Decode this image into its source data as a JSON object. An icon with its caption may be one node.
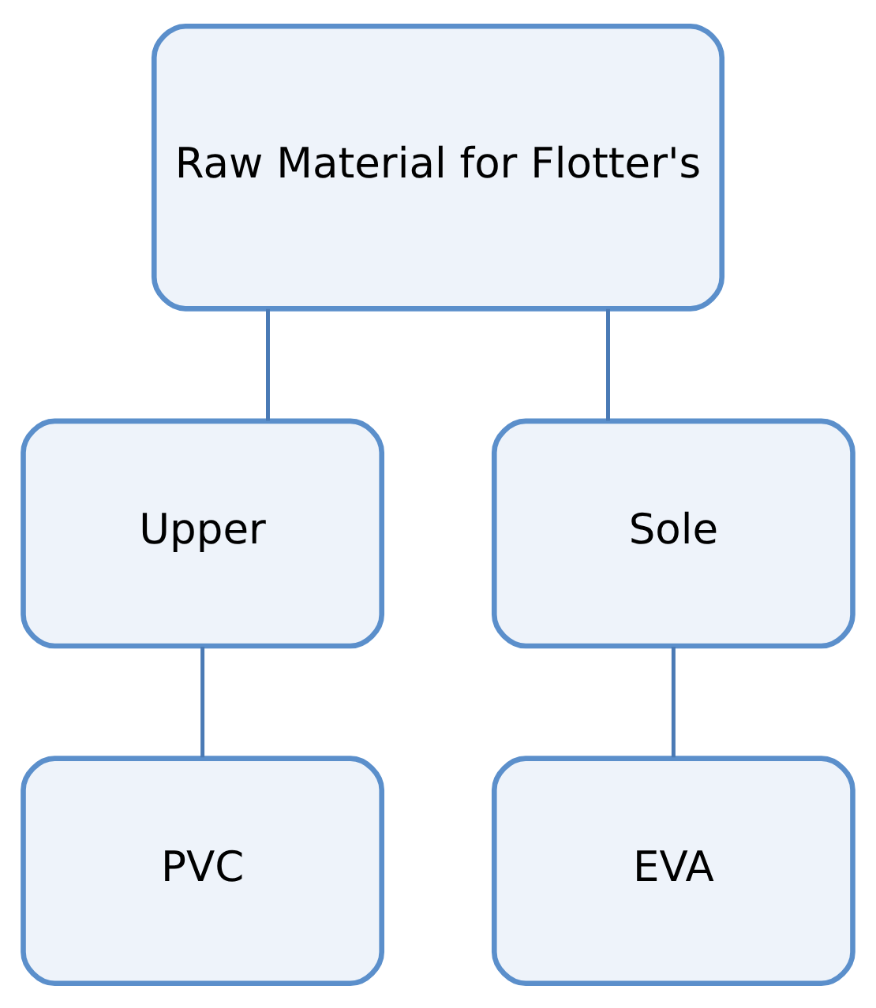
{
  "diagram": {
    "nodes": [
      {
        "text": [
          "Raw Material for Flotter's"
        ]
      },
      {
        "text": [
          "Upper"
        ]
      },
      {
        "text": [
          "Sole"
        ]
      },
      {
        "text": [
          "PVC"
        ]
      },
      {
        "text": [
          "EVA"
        ]
      }
    ],
    "edges": [
      {
        "from": 0,
        "to": 1,
        "arrow": "none"
      },
      {
        "from": 0,
        "to": 2,
        "arrow": "none"
      },
      {
        "from": 1,
        "to": 3,
        "arrow": "none"
      },
      {
        "from": 2,
        "to": 4,
        "arrow": "none"
      }
    ]
  }
}
